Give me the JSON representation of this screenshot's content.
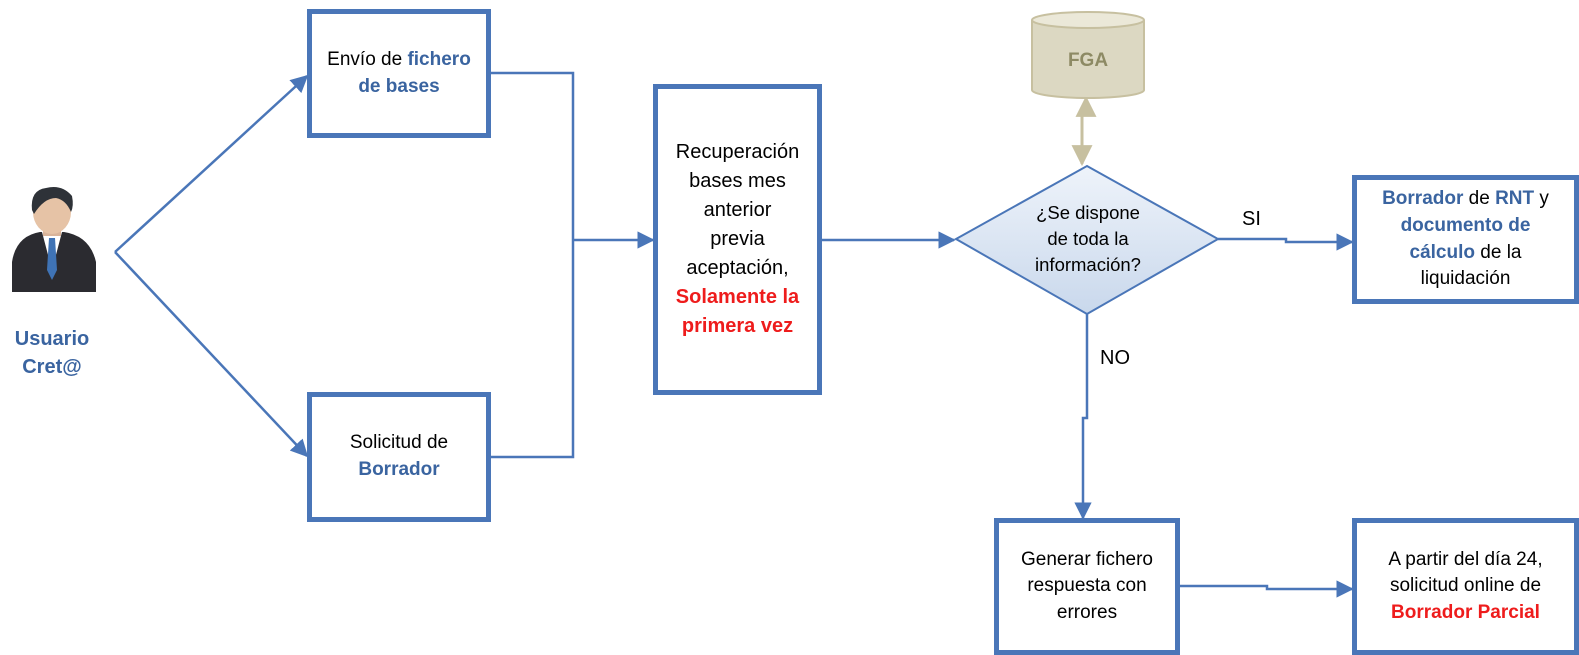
{
  "user": {
    "line1": "Usuario",
    "line2": "Cret@"
  },
  "box_envio": {
    "text": "Envío de ",
    "bold1": "fichero",
    "bold2": "de bases"
  },
  "box_solicitud": {
    "text": "Solicitud de",
    "bold": "Borrador"
  },
  "box_recuperacion": {
    "l1": "Recuperación",
    "l2": "bases mes",
    "l3": "anterior",
    "l4": "previa",
    "l5": "aceptación,",
    "r1": "Solamente la",
    "r2": "primera vez"
  },
  "database": {
    "label": "FGA"
  },
  "decision": {
    "l1": "¿Se dispone",
    "l2": "de toda la",
    "l3": "información?"
  },
  "labels": {
    "yes": "SI",
    "no": "NO"
  },
  "box_borrador": {
    "b1": "Borrador",
    "t1": " de ",
    "b2": "RNT",
    "t2": " y",
    "b3": "documento de",
    "b4": "cálculo",
    "t3": " de la",
    "t4": "liquidación"
  },
  "box_generar": {
    "l1": "Generar fichero",
    "l2": "respuesta con",
    "l3": "errores"
  },
  "box_parcial": {
    "l1": "A partir del día 24,",
    "l2": "solicitud online de",
    "r1": "Borrador Parcial"
  }
}
